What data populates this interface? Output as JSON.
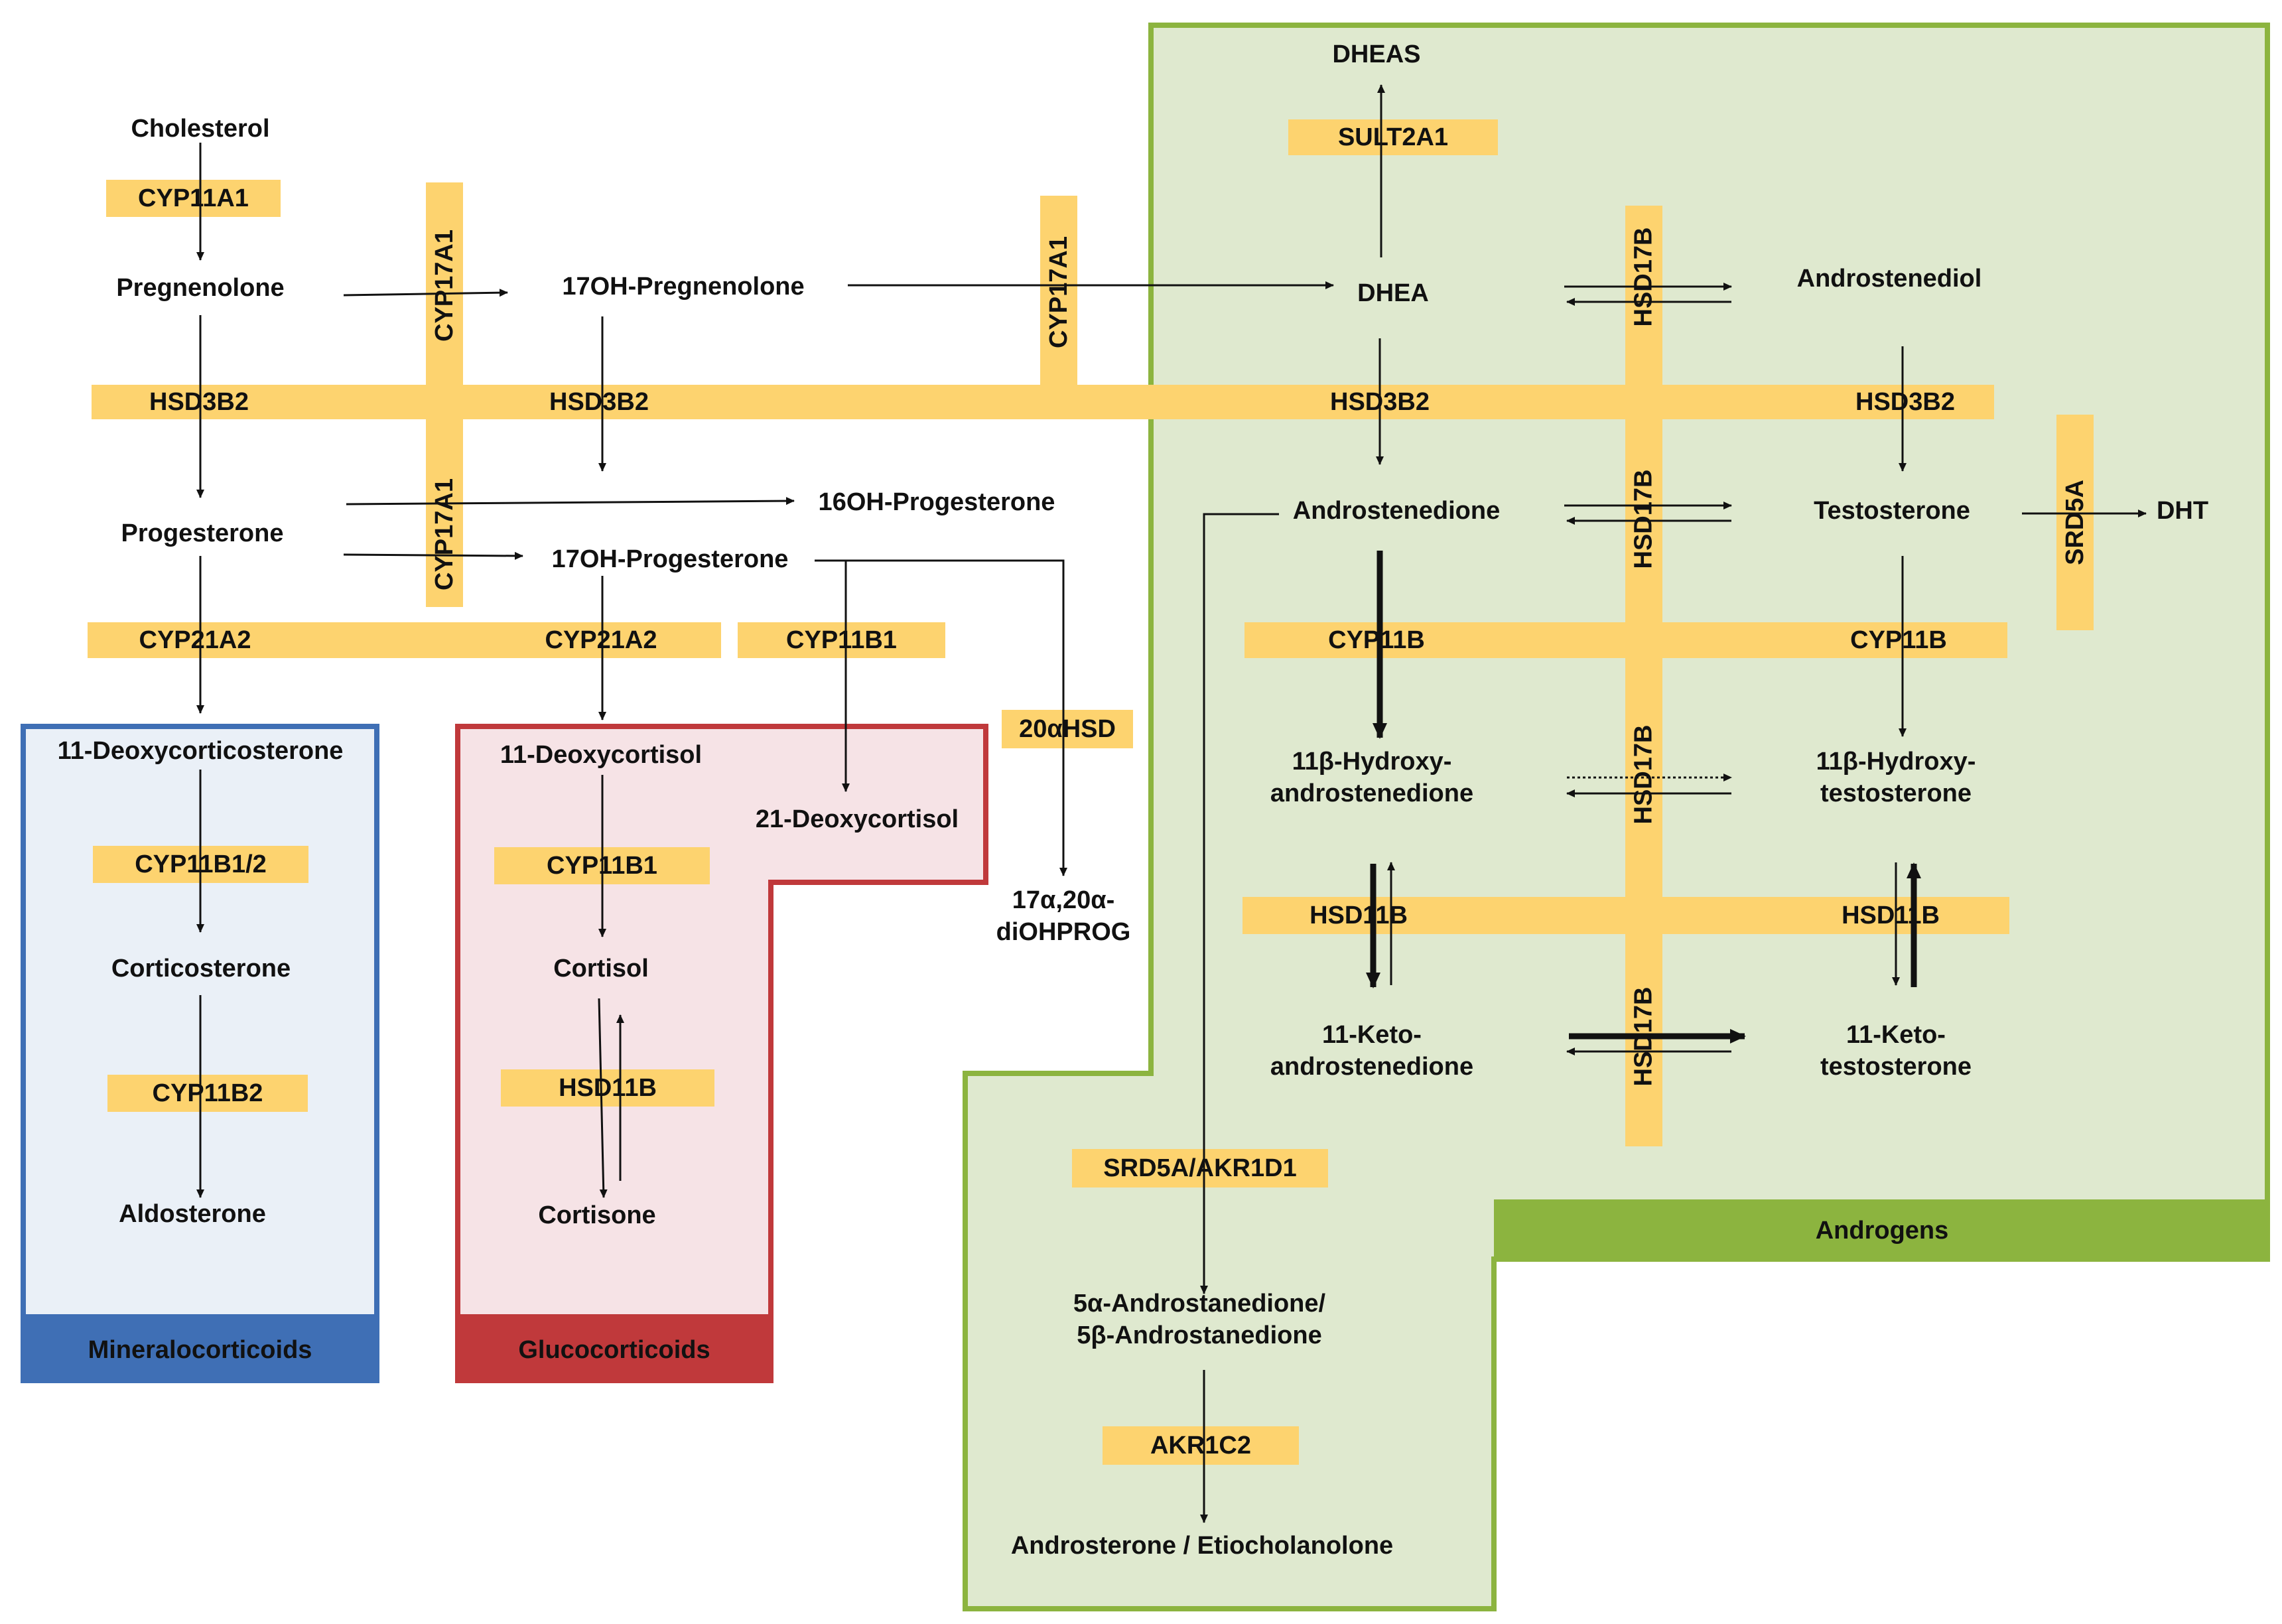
{
  "colors": {
    "enzyme_fill": "#fdd36f",
    "mineralo_fill": "#eaf0f7",
    "mineralo_border": "#3f6fb5",
    "gluco_fill": "#f6e3e6",
    "gluco_border": "#c0393b",
    "andro_fill": "#dfe9cf",
    "andro_border": "#8cb43f"
  },
  "regions": {
    "mineralocorticoids": "Mineralocorticoids",
    "glucocorticoids": "Glucocorticoids",
    "androgens": "Androgens"
  },
  "metabolites": {
    "cholesterol": "Cholesterol",
    "pregnenolone": "Pregnenolone",
    "oh17_pregnenolone": "17OH-Pregnenolone",
    "dhea": "DHEA",
    "dheas": "DHEAS",
    "androstenediol": "Androstenediol",
    "progesterone": "Progesterone",
    "oh16_progesterone": "16OH-Progesterone",
    "oh17_progesterone": "17OH-Progesterone",
    "androstenedione": "Androstenedione",
    "testosterone": "Testosterone",
    "dht": "DHT",
    "deoxycorticosterone": "11-Deoxycorticosterone",
    "corticosterone": "Corticosterone",
    "aldosterone": "Aldosterone",
    "deoxycortisol11": "11-Deoxycortisol",
    "deoxycortisol21": "21-Deoxycortisol",
    "cortisol": "Cortisol",
    "cortisone": "Cortisone",
    "diohprog_1": "17α,20α-",
    "diohprog_2": "diOHPROG",
    "ohandrostenedione_1": "11β-Hydroxy-",
    "ohandrostenedione_2": "androstenedione",
    "ohtestosterone_1": "11β-Hydroxy-",
    "ohtestosterone_2": "testosterone",
    "ketoandrostenedione_1": "11-Keto-",
    "ketoandrostenedione_2": "androstenedione",
    "ketotestosterone_1": "11-Keto-",
    "ketotestosterone_2": "testosterone",
    "androstanedione_1": "5α-Androstanedione/",
    "androstanedione_2": "5β-Androstanedione",
    "androsterone": "Androsterone / Etiocholanolone"
  },
  "enzymes": {
    "cyp11a1": "CYP11A1",
    "cyp17a1_a": "CYP17A1",
    "cyp17a1_b": "CYP17A1",
    "cyp17a1_c": "CYP17A1",
    "sult2a1": "SULT2A1",
    "hsd17b_a": "HSD17B",
    "hsd17b_b": "HSD17B",
    "hsd17b_c": "HSD17B",
    "hsd17b_d": "HSD17B",
    "hsd3b2_a": "HSD3B2",
    "hsd3b2_b": "HSD3B2",
    "hsd3b2_c": "HSD3B2",
    "hsd3b2_d": "HSD3B2",
    "srd5a": "SRD5A",
    "cyp21a2_a": "CYP21A2",
    "cyp21a2_b": "CYP21A2",
    "cyp11b1_top": "CYP11B1",
    "cyp11b_a": "CYP11B",
    "cyp11b_b": "CYP11B",
    "hsd20a": "20αHSD",
    "cyp11b12": "CYP11B1/2",
    "cyp11b2": "CYP11B2",
    "cyp11b1": "CYP11B1",
    "hsd11b_gluco": "HSD11B",
    "hsd11b_a": "HSD11B",
    "hsd11b_b": "HSD11B",
    "srd5a_akr1d1": "SRD5A/AKR1D1",
    "akr1c2": "AKR1C2"
  }
}
